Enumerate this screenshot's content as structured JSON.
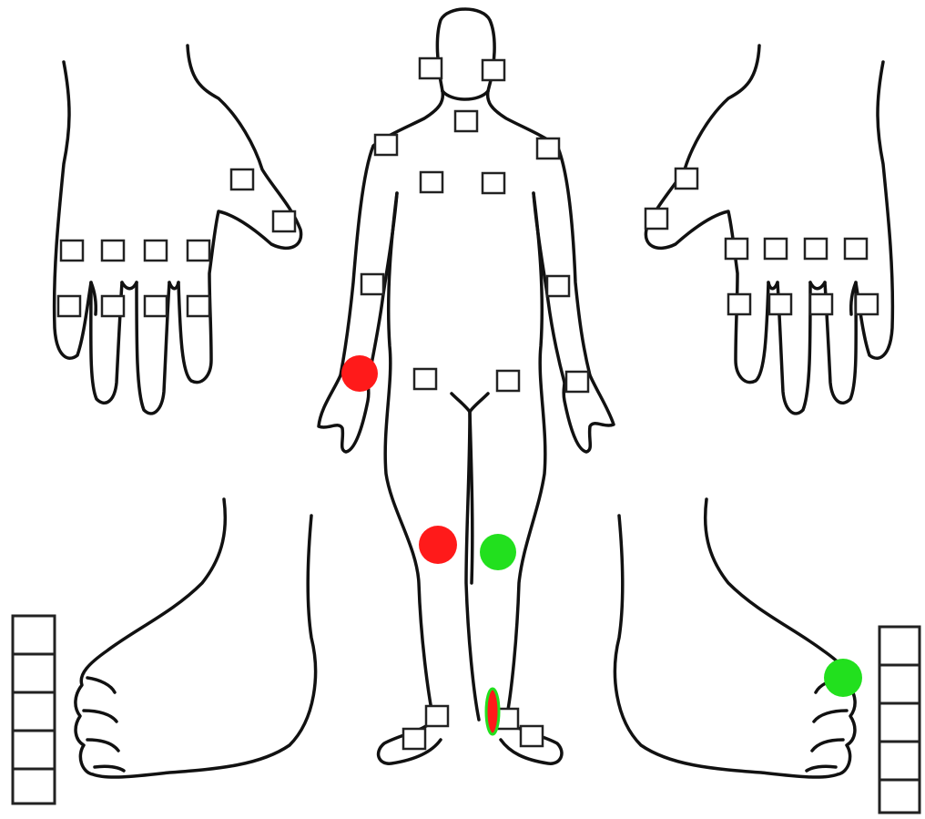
{
  "colors": {
    "outline": "#111111",
    "marker_red": "#ff1a1a",
    "marker_green": "#22e01e",
    "background": "#ffffff"
  },
  "regions": [
    "left-hand-dorsal",
    "body-front",
    "right-hand-dorsal",
    "left-foot",
    "right-foot",
    "left-toe-column",
    "right-toe-column"
  ],
  "markers": [
    {
      "region": "right-wrist",
      "color": "red",
      "shape": "circle"
    },
    {
      "region": "right-knee",
      "color": "red",
      "shape": "circle"
    },
    {
      "region": "left-knee",
      "color": "green",
      "shape": "circle"
    },
    {
      "region": "left-ankle",
      "color": "red-with-green-rim",
      "shape": "ellipse"
    },
    {
      "region": "right-foot-toes",
      "color": "green",
      "shape": "circle"
    }
  ],
  "toe_columns": {
    "left_cells": 5,
    "right_cells": 5
  }
}
